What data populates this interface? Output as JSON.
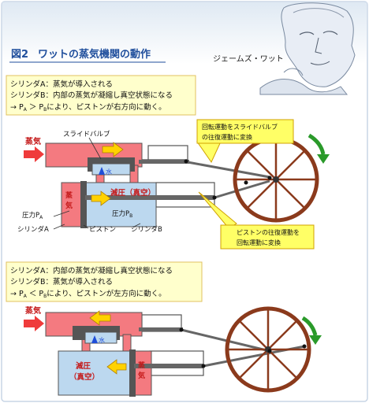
{
  "figure_label": "図2",
  "title": "ワットの蒸気機関の動作",
  "portrait_caption": "ジェームズ・ワット",
  "top": {
    "note_lines": [
      "シリンダA：蒸気が導入される",
      "シリンダB：内部の蒸気が凝縮し真空状態になる",
      "→ P",
      "A",
      " ＞ P",
      "B",
      "により、ピストンが右方向に動く。"
    ],
    "steam_label": "蒸気",
    "slide_valve_label": "スライドバルブ",
    "water_label": "水",
    "steam_vertical": [
      "蒸",
      "気"
    ],
    "depress_label": "減圧（真空）",
    "pressure_a_label": "圧力P",
    "pressure_a_sub": "A",
    "pressure_b_label": "圧力P",
    "pressure_b_sub": "B",
    "cylinder_a_label": "シリンダA",
    "piston_label": "ピストン",
    "cylinder_b_label": "シリンダB",
    "callout_rotary": [
      "回転運動をスライドバルブ",
      "の往復運動に変換"
    ],
    "callout_piston": [
      "ピストンの往復運動を",
      "回転運動に変換"
    ]
  },
  "bottom": {
    "note_lines": [
      "シリンダA：内部の蒸気が凝縮し真空状態になる",
      "シリンダB：蒸気が導入される",
      "→ P",
      "A",
      " ＜ P",
      "B",
      "により、ピストンが左方向に動く。"
    ],
    "steam_label": "蒸気",
    "water_label": "水",
    "depress_lines": [
      "減圧",
      "（真空）"
    ],
    "steam_vertical": [
      "蒸",
      "気"
    ]
  },
  "colors": {
    "steam_red": "#f47a80",
    "vacuum_blue": "#bcd8ef",
    "note_yellow": "#ffffcc",
    "callout_yellow": "#ffff66",
    "arrow_yellow": "#ffd200",
    "arrow_red": "#ef3b3b",
    "wheel_brown": "#8b3a1c",
    "title_blue": "#1f4e9c",
    "rotation_green": "#2a9a2a"
  }
}
